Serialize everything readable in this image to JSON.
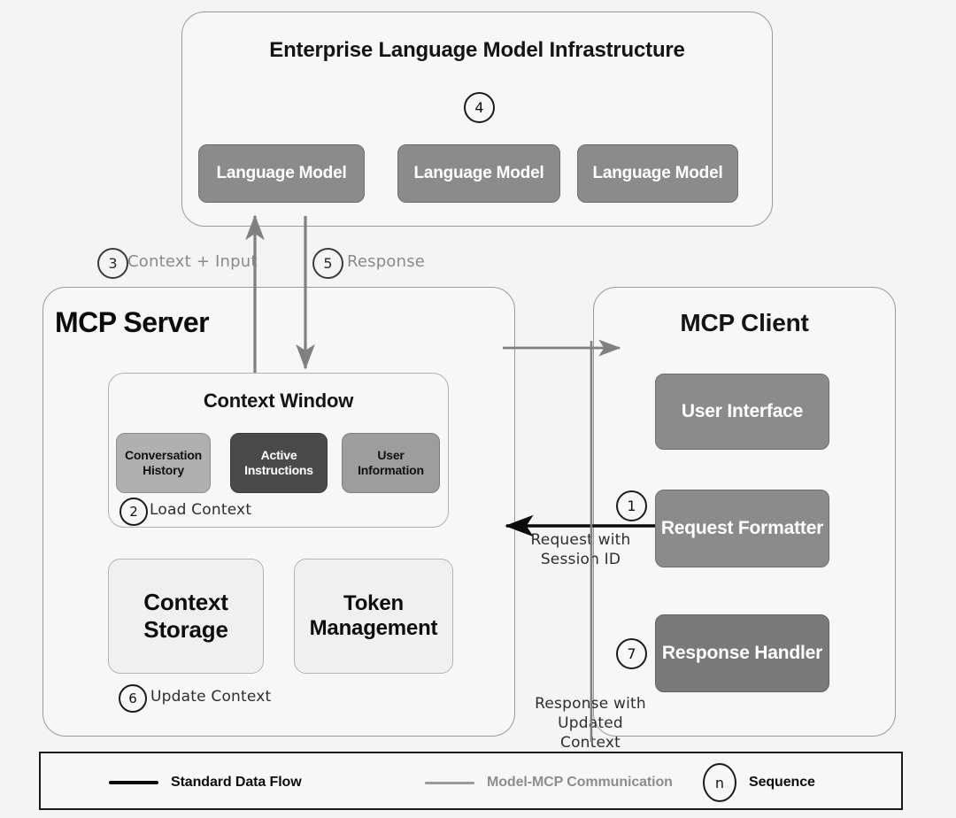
{
  "diagram": {
    "title_infrastructure": "Enterprise Language Model Infrastructure",
    "title_server": "MCP Server",
    "title_client": "MCP Client"
  },
  "infrastructure": {
    "badge": "4",
    "models": [
      {
        "label": "Language Model"
      },
      {
        "label": "Language Model"
      },
      {
        "label": "Language Model"
      }
    ]
  },
  "server": {
    "context_window": {
      "title": "Context Window",
      "items": [
        {
          "label": "Conversation History",
          "tone": "midlight"
        },
        {
          "label": "Active Instructions",
          "tone": "dark"
        },
        {
          "label": "User Information",
          "tone": "midgray"
        }
      ],
      "badge": "2",
      "badge_label": "Load Context"
    },
    "stores": [
      {
        "label": "Context Storage"
      },
      {
        "label": "Token Management"
      }
    ],
    "update_badge": "6",
    "update_label": "Update Context"
  },
  "client": {
    "blocks": [
      {
        "label": "User Interface",
        "tone": "mid",
        "badge": ""
      },
      {
        "label": "Request Formatter",
        "tone": "mid",
        "badge": "1"
      },
      {
        "label": "Response Handler",
        "tone": "darkish",
        "badge": "7"
      }
    ]
  },
  "flows": {
    "context_input_badge": "3",
    "context_input_label": "Context + Input",
    "response_badge": "5",
    "response_label": "Response",
    "request_session_label": "Request with Session ID",
    "response_updated_label": "Response with Updated Context"
  },
  "legend": {
    "standard_flow": "Standard Data Flow",
    "model_mcp": "Model-MCP Communication",
    "sequence_symbol": "n",
    "sequence_label": "Sequence"
  },
  "colors": {
    "background": "#f4f4f4",
    "card_fill": "#f7f7f7",
    "card_border": "#9a9a9a",
    "black_flow": "#0b0b0b",
    "gray_flow": "#9a9a9a",
    "dark_block": "#4a4a4a",
    "mid_block": "#8b8b8b"
  }
}
